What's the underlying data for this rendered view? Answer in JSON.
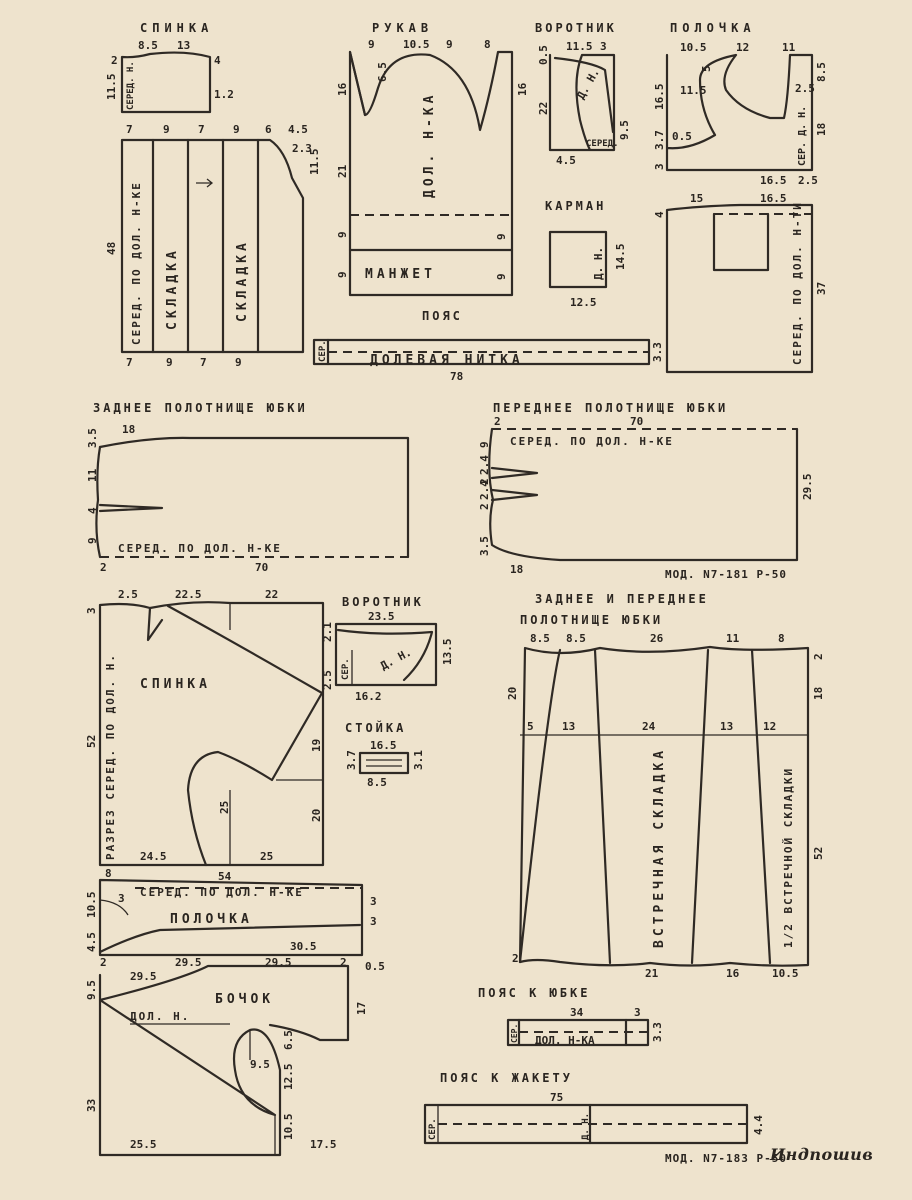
{
  "blocks": {
    "jacket1": {
      "back_title": "СПИНКА",
      "back_dims": [
        "8.5",
        "13",
        "2",
        "4",
        "11.5",
        "1.2"
      ],
      "back_yoke_label": "СЕРЕД. Н.",
      "back_top_dims": [
        "7",
        "9",
        "7",
        "9",
        "6",
        "4.5",
        "2.3",
        "11.5"
      ],
      "back_bottom_dims": [
        "7",
        "9",
        "7",
        "9"
      ],
      "back_side_dims": [
        "48"
      ],
      "back_center_label": "СЕРЕД. ПО ДОЛ. Н-КЕ",
      "pleat_label": "СКЛАДКА",
      "sleeve_title": "РУКАВ",
      "sleeve_top_dims": [
        "9",
        "10.5",
        "9",
        "8"
      ],
      "sleeve_dims": [
        "6.5",
        "16",
        "16",
        "21",
        "9",
        "9",
        "9",
        "9"
      ],
      "sleeve_grain": "ДОЛ. Н-КА",
      "cuff_label": "МАНЖЕТ",
      "collar_title": "ВОРОТНИК",
      "collar_dims": [
        "11.5",
        "3",
        "0.5",
        "22",
        "9.5",
        "4.5"
      ],
      "collar_grain": "Д. Н.",
      "collar_center": "СЕРЕД.",
      "front_title": "ПОЛОЧКА",
      "front_dims": [
        "10.5",
        "12",
        "11",
        "5",
        "2.5",
        "8.5",
        "16.5",
        "11.5",
        "0.5",
        "3.7",
        "18",
        "3",
        "16.5",
        "2.5"
      ],
      "front_center": "СЕР. Д. Н.",
      "pocket_title": "КАРМАН",
      "pocket_dims": [
        "14.5",
        "12.5"
      ],
      "pocket_grain": "Д. Н.",
      "front2_dims": [
        "4",
        "15",
        "16.5",
        "37"
      ],
      "front2_center": "СЕРЕД. ПО ДОЛ. Н-ТИ",
      "belt_title": "ПОЯС",
      "belt_grain": "ДОЛЕВАЯ НИТКА",
      "belt_center": "СЕР.",
      "belt_dims": [
        "78",
        "3.3"
      ]
    },
    "skirt1": {
      "back_title": "ЗАДНЕЕ ПОЛОТНИЩЕ ЮБКИ",
      "back_dims": [
        "18",
        "3.5",
        "11",
        "4",
        "9",
        "2",
        "70"
      ],
      "back_center": "СЕРЕД. ПО ДОЛ. Н-КЕ",
      "front_title": "ПЕРЕДНЕЕ ПОЛОТНИЩЕ ЮБКИ",
      "front_dims": [
        "2",
        "70",
        "9",
        "2.4",
        "2",
        "2.4",
        "2",
        "3.5",
        "18",
        "29.5"
      ],
      "front_center": "СЕРЕД. ПО ДОЛ. Н-КЕ",
      "model_label": "МОД. N7-181 Р-50"
    },
    "jacket2": {
      "back_title": "СПИНКА",
      "back_top_dims": [
        "2.5",
        "22.5",
        "22"
      ],
      "back_dims": [
        "3",
        "52",
        "19",
        "25",
        "20",
        "24.5",
        "25",
        "54"
      ],
      "back_center": "РАЗРЕЗ СЕРЕД. ПО ДОЛ. Н.",
      "collar_title": "ВОРОТНИК",
      "collar_dims": [
        "23.5",
        "2.1",
        "13.5",
        "2.5",
        "16.2"
      ],
      "collar_center": "СЕР.",
      "collar_grain": "Д. Н.",
      "stand_title": "СТОЙКА",
      "stand_dims": [
        "16.5",
        "3.7",
        "3.1",
        "8.5"
      ],
      "front_title": "ПОЛОЧКА",
      "front_center": "СЕРЕД. ПО ДОЛ. Н-КЕ",
      "front_dims": [
        "8",
        "10.5",
        "3",
        "4.5",
        "2",
        "3",
        "3",
        "30.5",
        "2",
        "29.5",
        "29.5",
        "0.5"
      ],
      "side_title": "БОЧОК",
      "side_grain": "ДОЛ. Н.",
      "side_dims": [
        "29.5",
        "9.5",
        "17",
        "6.5",
        "9.5",
        "12.5",
        "33",
        "10.5",
        "25.5",
        "17.5"
      ]
    },
    "skirt2": {
      "title_line1": "ЗАДНЕЕ И ПЕРЕДНЕЕ",
      "title_line2": "ПОЛОТНИЩЕ ЮБКИ",
      "top_dims": [
        "8.5",
        "8.5",
        "26",
        "11",
        "8",
        "2"
      ],
      "mid_dims": [
        "5",
        "13",
        "24",
        "13",
        "12",
        "20",
        "18"
      ],
      "side_dims": [
        "52"
      ],
      "bottom_dims": [
        "2",
        "21",
        "16",
        "10.5"
      ],
      "pleat_label": "ВСТРЕЧНАЯ СКЛАДКА",
      "half_pleat_label": "1/2 ВСТРЕЧНОЙ СКЛАДКИ",
      "belt_title": "ПОЯС К ЮБКЕ",
      "belt_dims": [
        "34",
        "3",
        "3.3"
      ],
      "belt_center": "СЕР.",
      "belt_grain": "ДОЛ. Н-КА",
      "jacket_belt_title": "ПОЯС К ЖАКЕТУ",
      "jacket_belt_dims": [
        "75",
        "4.4"
      ],
      "jacket_belt_center": "СЕР.",
      "jacket_belt_grain": "Д. Н.",
      "model_label": "МОД. N7-183 Р-50",
      "watermark": "Индпошив"
    }
  }
}
